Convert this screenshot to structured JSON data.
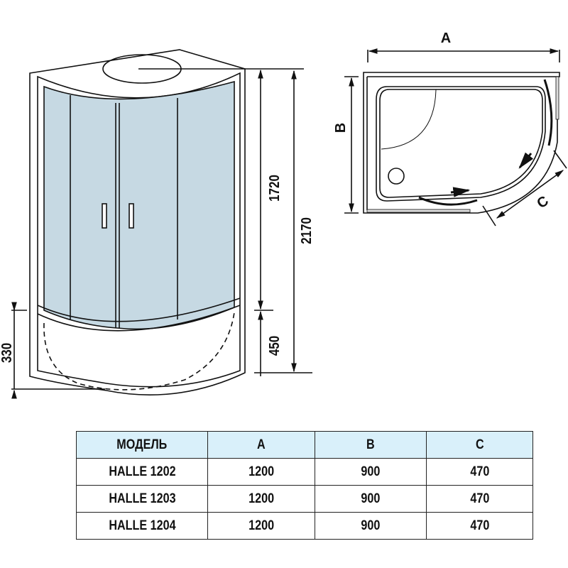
{
  "front_view": {
    "dimensions": {
      "glass_height": "1720",
      "tray_height": "450",
      "total_height": "2170",
      "tray_depth": "330"
    },
    "colors": {
      "glass": "#c6d9e3",
      "line": "#111111"
    }
  },
  "top_view": {
    "labels": {
      "a": "A",
      "b": "B",
      "c": "C"
    }
  },
  "table": {
    "headers": [
      "МОДЕЛЬ",
      "A",
      "B",
      "C"
    ],
    "rows": [
      [
        "HALLE 1202",
        "1200",
        "900",
        "470"
      ],
      [
        "HALLE 1203",
        "1200",
        "900",
        "470"
      ],
      [
        "HALLE 1204",
        "1200",
        "900",
        "470"
      ]
    ],
    "header_color": "#d9f0fa"
  }
}
